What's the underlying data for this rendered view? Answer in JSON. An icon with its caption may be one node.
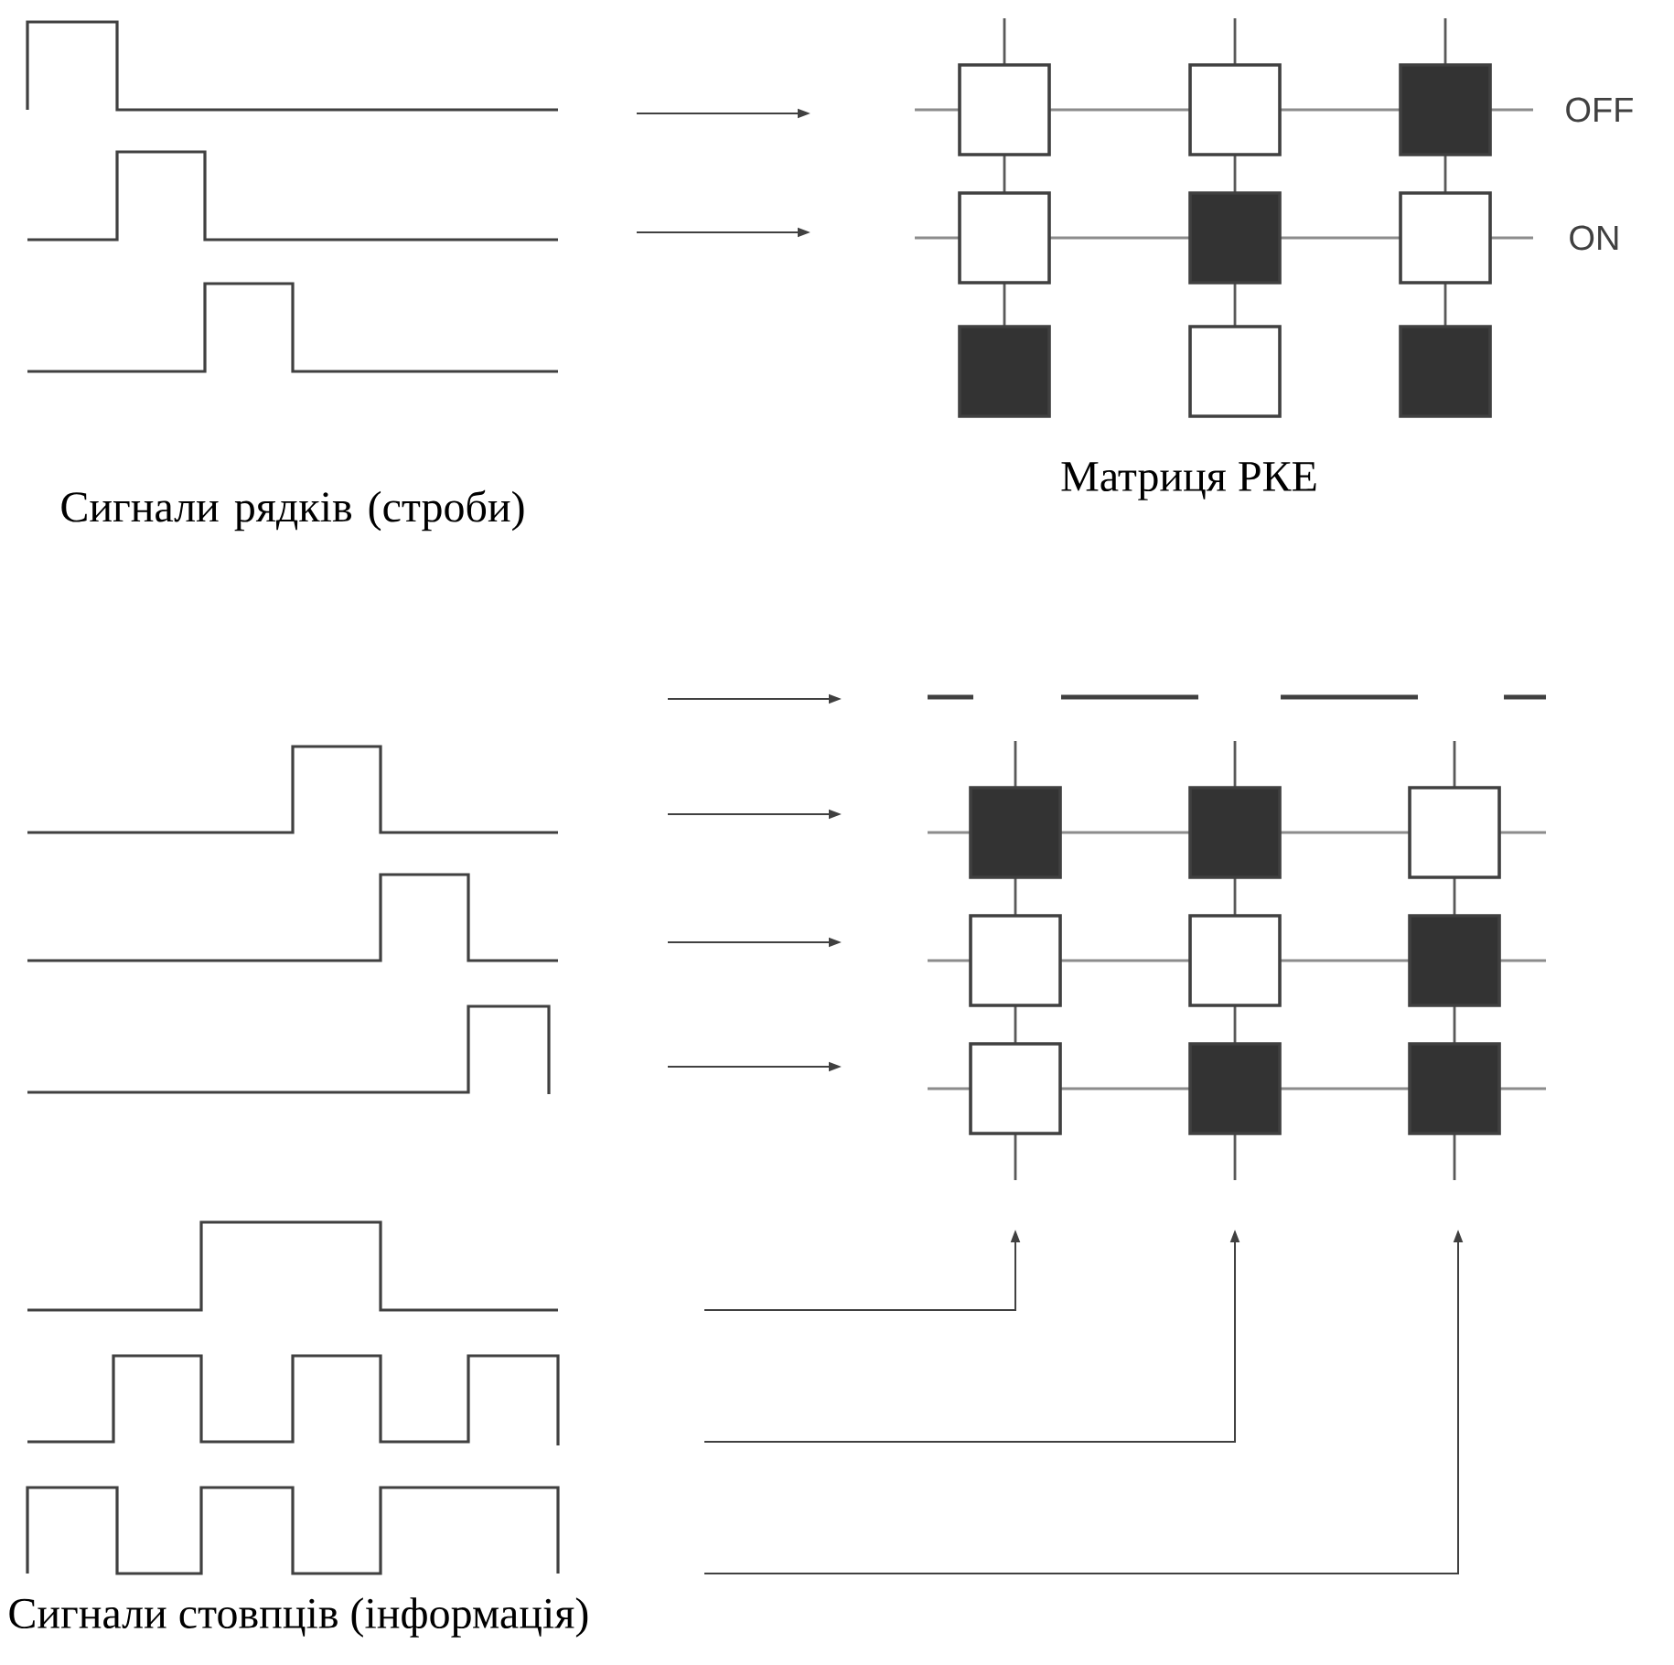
{
  "diagram": {
    "labels": [
      "OFF",
      "ON",
      "Сигнали рядків (строби)",
      "Матриця РКЕ",
      "Сигнали стовпців (інформація)"
    ]
  }
}
